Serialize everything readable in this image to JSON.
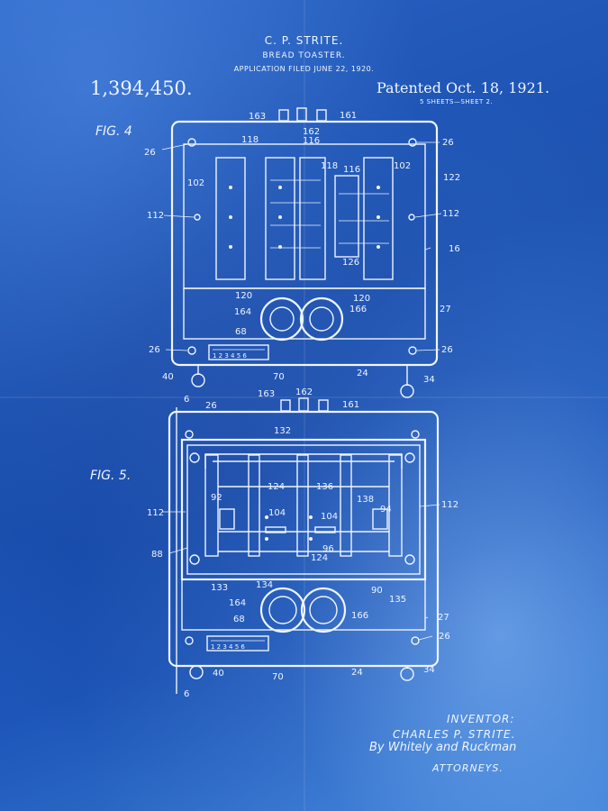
{
  "header": {
    "inventor_name": "C. P. STRITE.",
    "title": "BREAD TOASTER.",
    "application_filed": "APPLICATION FILED JUNE 22, 1920.",
    "patent_number": "1,394,450.",
    "patented_date": "Patented Oct. 18, 1921.",
    "sheets": "5 SHEETS—SHEET 2."
  },
  "figures": {
    "fig4": "FIG. 4",
    "fig5": "FIG. 5."
  },
  "fig4_labels": {
    "l163": "163",
    "l161": "161",
    "l162": "162",
    "l116a": "116",
    "l116b": "116",
    "l118a": "118",
    "l118b": "118",
    "l26a": "26",
    "l26b": "26",
    "l26c": "26",
    "l26d": "26",
    "l102a": "102",
    "l102b": "102",
    "l122": "122",
    "l112a": "112",
    "l112b": "112",
    "l16": "16",
    "l126": "126",
    "l120a": "120",
    "l120b": "120",
    "l164": "164",
    "l166": "166",
    "l27": "27",
    "l68": "68",
    "l70": "70",
    "l24": "24",
    "l40": "40",
    "l34": "34",
    "dial": "1 2 3 4 5 6"
  },
  "fig5_labels": {
    "l6a": "6",
    "l6b": "6",
    "l26a": "26",
    "l163": "163",
    "l162": "162",
    "l161": "161",
    "l132": "132",
    "l124a": "124",
    "l124b": "124",
    "l136": "136",
    "l92": "92",
    "l138": "138",
    "l94": "94",
    "l112a": "112",
    "l112b": "112",
    "l104a": "104",
    "l104b": "104",
    "l88": "88",
    "l96": "96",
    "l133": "133",
    "l134": "134",
    "l90": "90",
    "l135": "135",
    "l164": "164",
    "l166": "166",
    "l27": "27",
    "l68": "68",
    "l26b": "26",
    "l24": "24",
    "l40": "40",
    "l70": "70",
    "l34": "34",
    "dial": "1 2 3 4 5 6"
  },
  "signature": {
    "inventor_label": "INVENTOR:",
    "inventor_name": "CHARLES P. STRITE.",
    "by_attorneys": "By Whitely and Ruckman",
    "attorneys_label": "ATTORNEYS."
  },
  "colors": {
    "paper": "#1a4fa8",
    "ink": "#eef5ff"
  }
}
